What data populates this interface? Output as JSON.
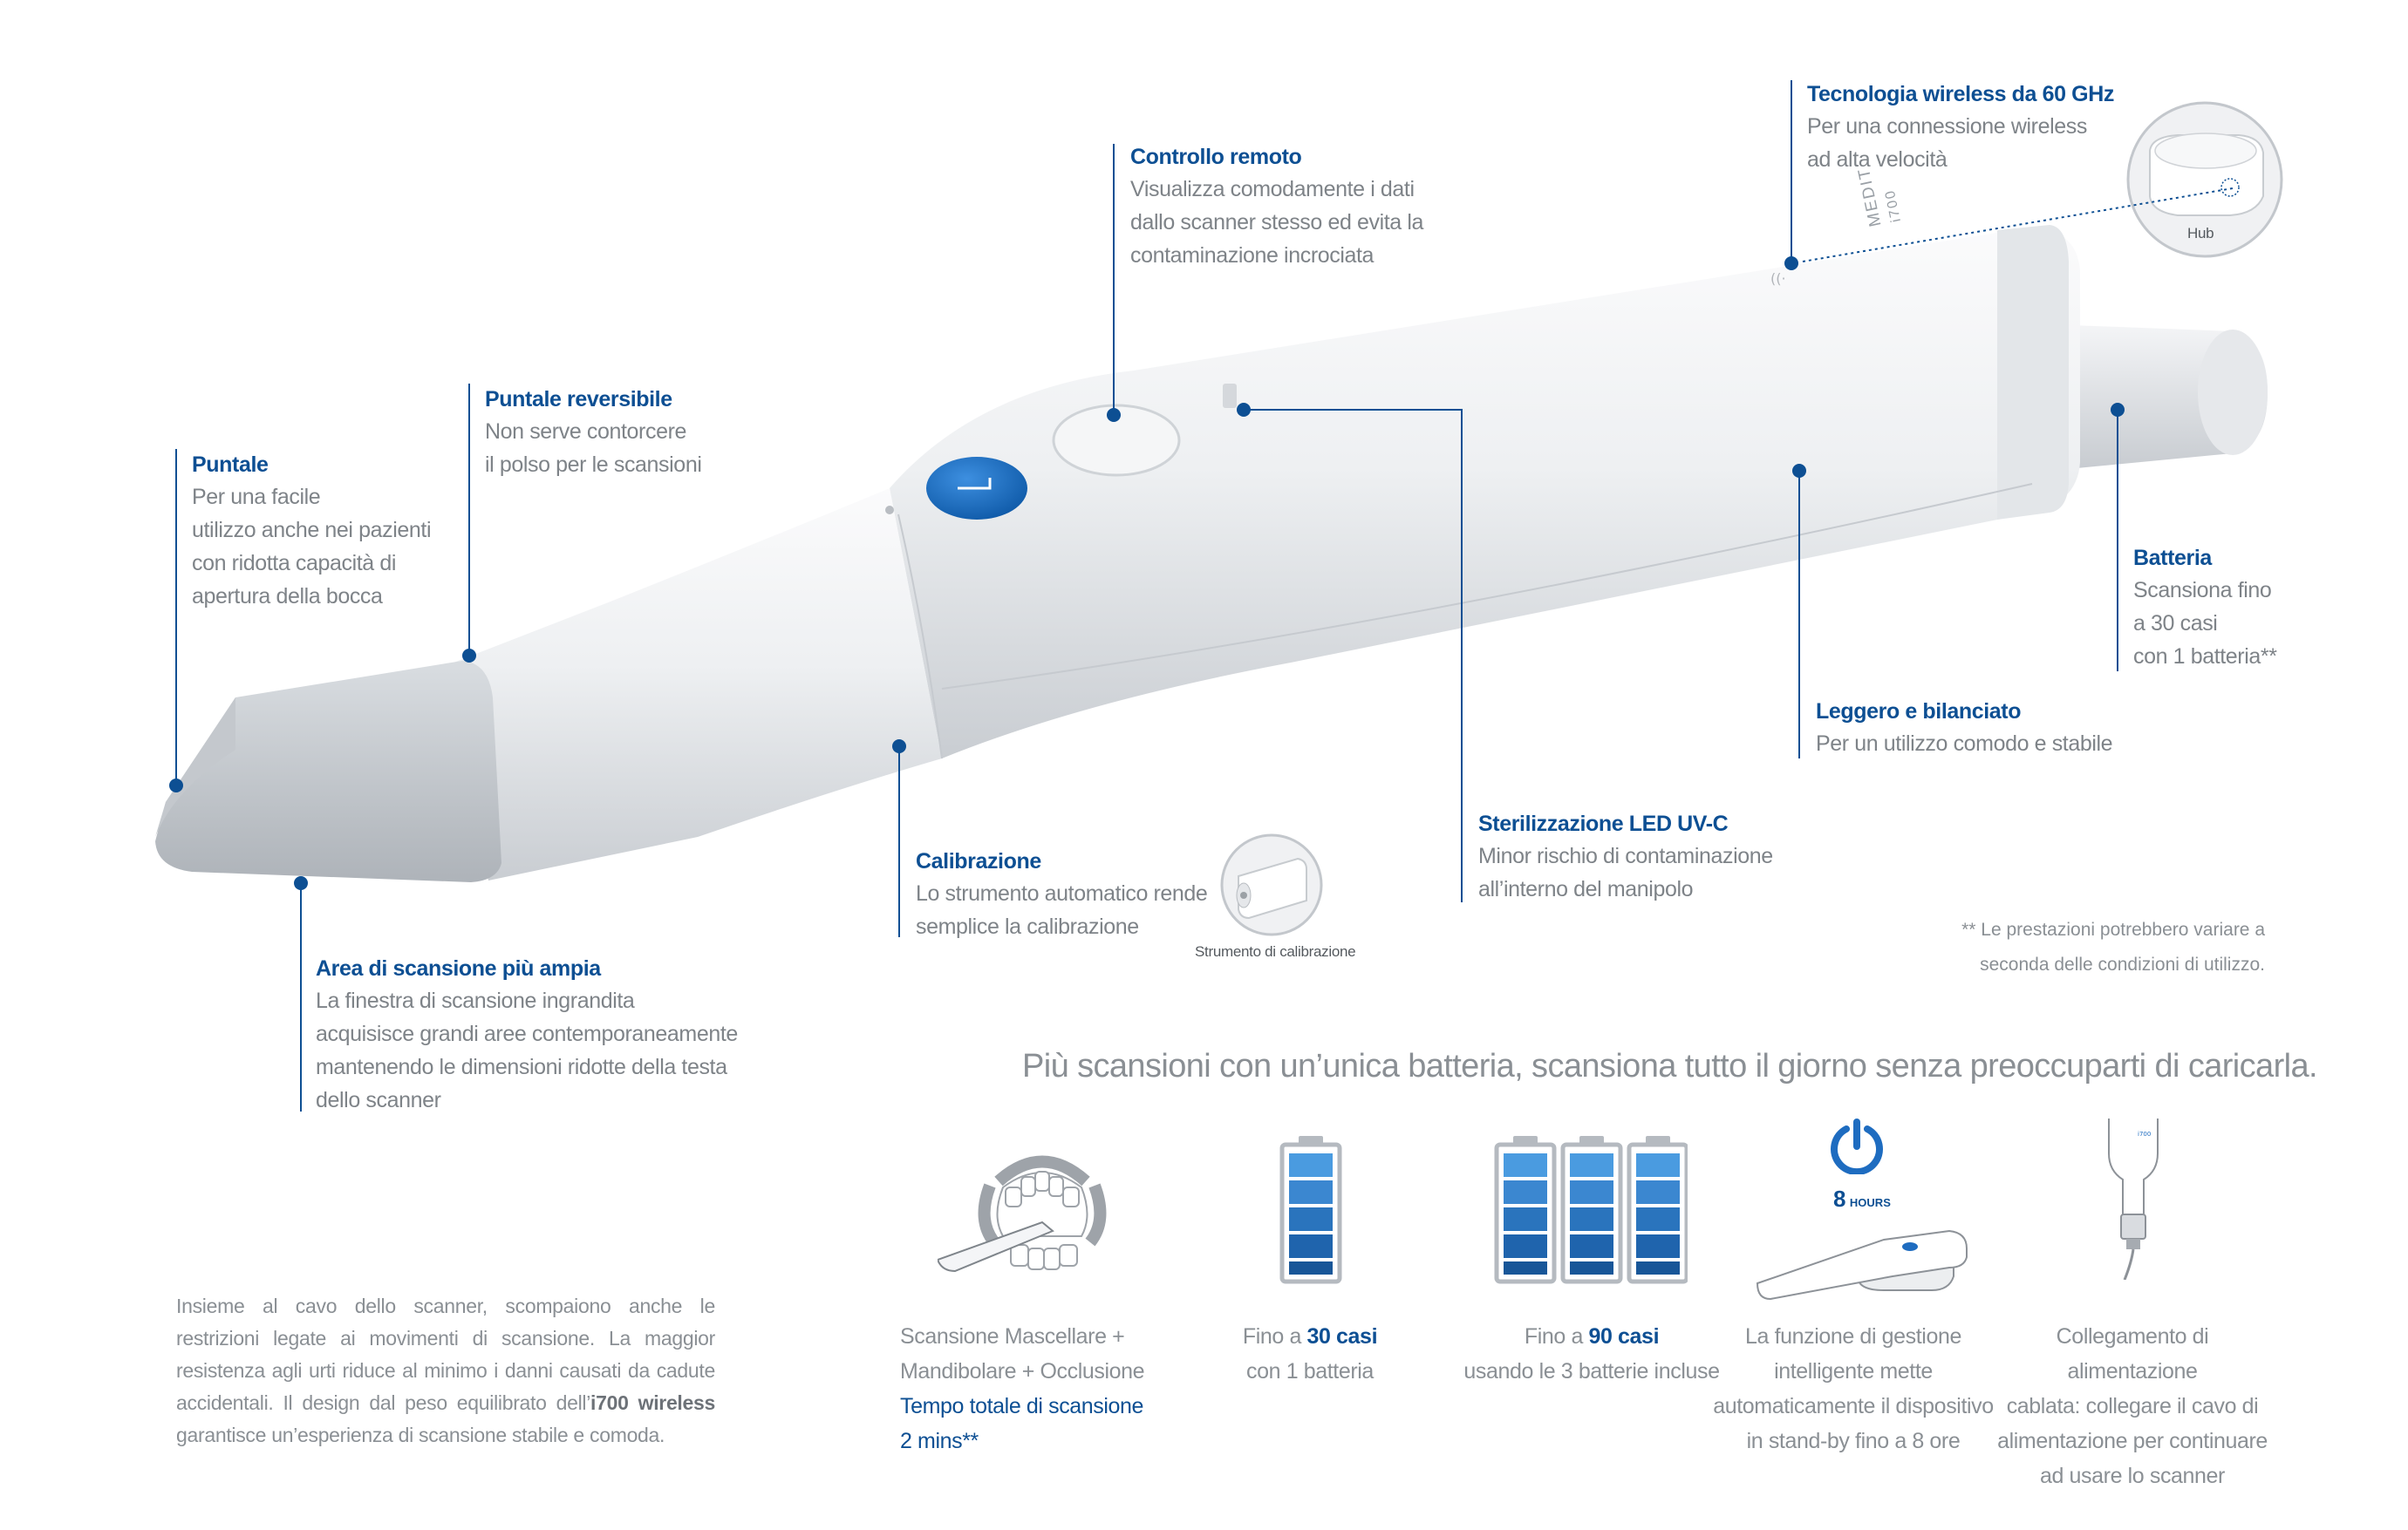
{
  "callouts": {
    "puntale": {
      "title": "Puntale",
      "lines": [
        "Per una facile",
        "utilizzo anche nei pazienti",
        "con ridotta capacità di",
        "apertura della bocca"
      ]
    },
    "puntale_reversibile": {
      "title": "Puntale reversibile",
      "lines": [
        "Non serve contorcere",
        "il polso per le scansioni"
      ]
    },
    "controllo_remoto": {
      "title": "Controllo remoto",
      "lines": [
        "Visualizza comodamente i dati",
        "dallo scanner stesso ed evita la",
        "contaminazione incrociata"
      ]
    },
    "wireless": {
      "title": "Tecnologia wireless da 60 GHz",
      "lines": [
        "Per una connessione wireless",
        "ad alta velocità"
      ]
    },
    "batteria": {
      "title": "Batteria",
      "lines": [
        "Scansiona fino",
        "a 30 casi",
        "con 1 batteria**"
      ]
    },
    "leggero": {
      "title": "Leggero e bilanciato",
      "lines": [
        "Per un utilizzo comodo e stabile"
      ]
    },
    "sterilizzazione": {
      "title": "Sterilizzazione LED UV-C",
      "lines": [
        "Minor rischio di contaminazione",
        "all’interno del manipolo"
      ]
    },
    "calibrazione": {
      "title": "Calibrazione",
      "lines": [
        "Lo strumento automatico rende",
        "semplice la calibrazione"
      ]
    },
    "area": {
      "title": "Area di scansione più ampia",
      "lines": [
        "La finestra di scansione ingrandita",
        "acquisisce grandi aree contemporaneamente",
        "mantenendo le dimensioni ridotte della testa",
        "dello  scanner"
      ]
    }
  },
  "hub_label": "Hub",
  "calibration_tool_label": "Strumento di calibrazione",
  "device_brand": "MEDIT",
  "device_model": "i700",
  "footnote": [
    "** Le prestazioni potrebbero variare a",
    "seconda delle condizioni di utilizzo."
  ],
  "headline": "Più scansioni con un’unica batteria, scansiona tutto il giorno senza preoccuparti di caricarla.",
  "paragraph": {
    "before": "Insieme al cavo dello scanner, scompaiono anche le restrizioni legate ai movimenti di scansione. La maggior resistenza agli urti riduce al minimo i danni causati da cadute accidentali. Il design dal peso equilibrato dell’",
    "bold": "i700 wireless",
    "after": " garantisce un’esperienza di scansione stabile e comoda."
  },
  "features": {
    "f1": {
      "line1": "Scansione Mascellare +",
      "line2": "Mandibolare + Occlusione",
      "line3": "Tempo totale di scansione",
      "line4": "2 mins**"
    },
    "f2": {
      "pre": "Fino a ",
      "num": "30 casi",
      "line2": "con 1 batteria"
    },
    "f3": {
      "pre": "Fino a ",
      "num": "90 casi",
      "line2": "usando le 3 batterie incluse"
    },
    "f4": {
      "hours_num": "8",
      "hours_unit": "HOURS",
      "lines": [
        "La funzione di gestione",
        "intelligente mette",
        "automaticamente il dispositivo",
        "in stand-by fino a 8 ore"
      ]
    },
    "f5": {
      "lines": [
        "Collegamento di alimentazione",
        "cablata: collegare il cavo di",
        "alimentazione per continuare",
        "ad usare lo scanner"
      ]
    }
  },
  "colors": {
    "accent": "#0d4f93",
    "text_gray": "#7e8388",
    "battery_blue": "#1f6fb8"
  }
}
